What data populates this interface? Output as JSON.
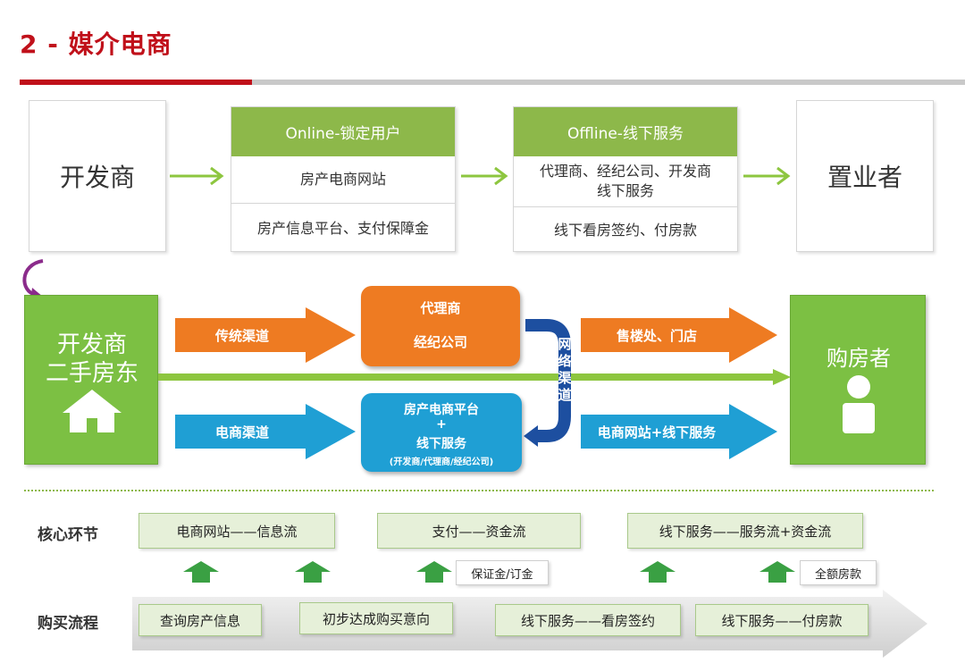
{
  "header": {
    "title": "2 - 媒介电商"
  },
  "top_flow": {
    "developer": "开发商",
    "online": {
      "head": "Online-锁定用户",
      "row1": "房产电商网站",
      "row2": "房产信息平台、支付保障金"
    },
    "offline": {
      "head": "Offline-线下服务",
      "row1_line1": "代理商、经纪公司、开发商",
      "row1_line2": "线下服务",
      "row2": "线下看房签约、付房款"
    },
    "buyer": "置业者"
  },
  "channel": {
    "source_line1": "开发商",
    "source_line2": "二手房东",
    "traditional": "传统渠道",
    "ecommerce": "电商渠道",
    "agent": "代理商",
    "broker": "经纪公司",
    "platform_line1": "房产电商平台",
    "platform_plus": "+",
    "platform_line2": "线下服务",
    "platform_sub": "(开发商/代理商/经纪公司)",
    "network": [
      "网",
      "络",
      "渠",
      "道"
    ],
    "sales_office": "售楼处、门店",
    "web_offline": "电商网站+线下服务",
    "buyer": "购房者"
  },
  "core": {
    "label": "核心环节",
    "items": [
      "电商网站——信息流",
      "支付——资金流",
      "线下服务——服务流+资金流"
    ]
  },
  "tags": {
    "deposit": "保证金/订金",
    "full_payment": "全额房款"
  },
  "process": {
    "label": "购买流程",
    "steps": [
      "查询房产信息",
      "初步达成购买意向",
      "线下服务——看房签约",
      "线下服务——付房款"
    ]
  },
  "colors": {
    "red": "#c0101a",
    "green": "#7cc043",
    "orange": "#ee7b22",
    "blue": "#1f9fd4",
    "navy": "#1d4fa0"
  }
}
